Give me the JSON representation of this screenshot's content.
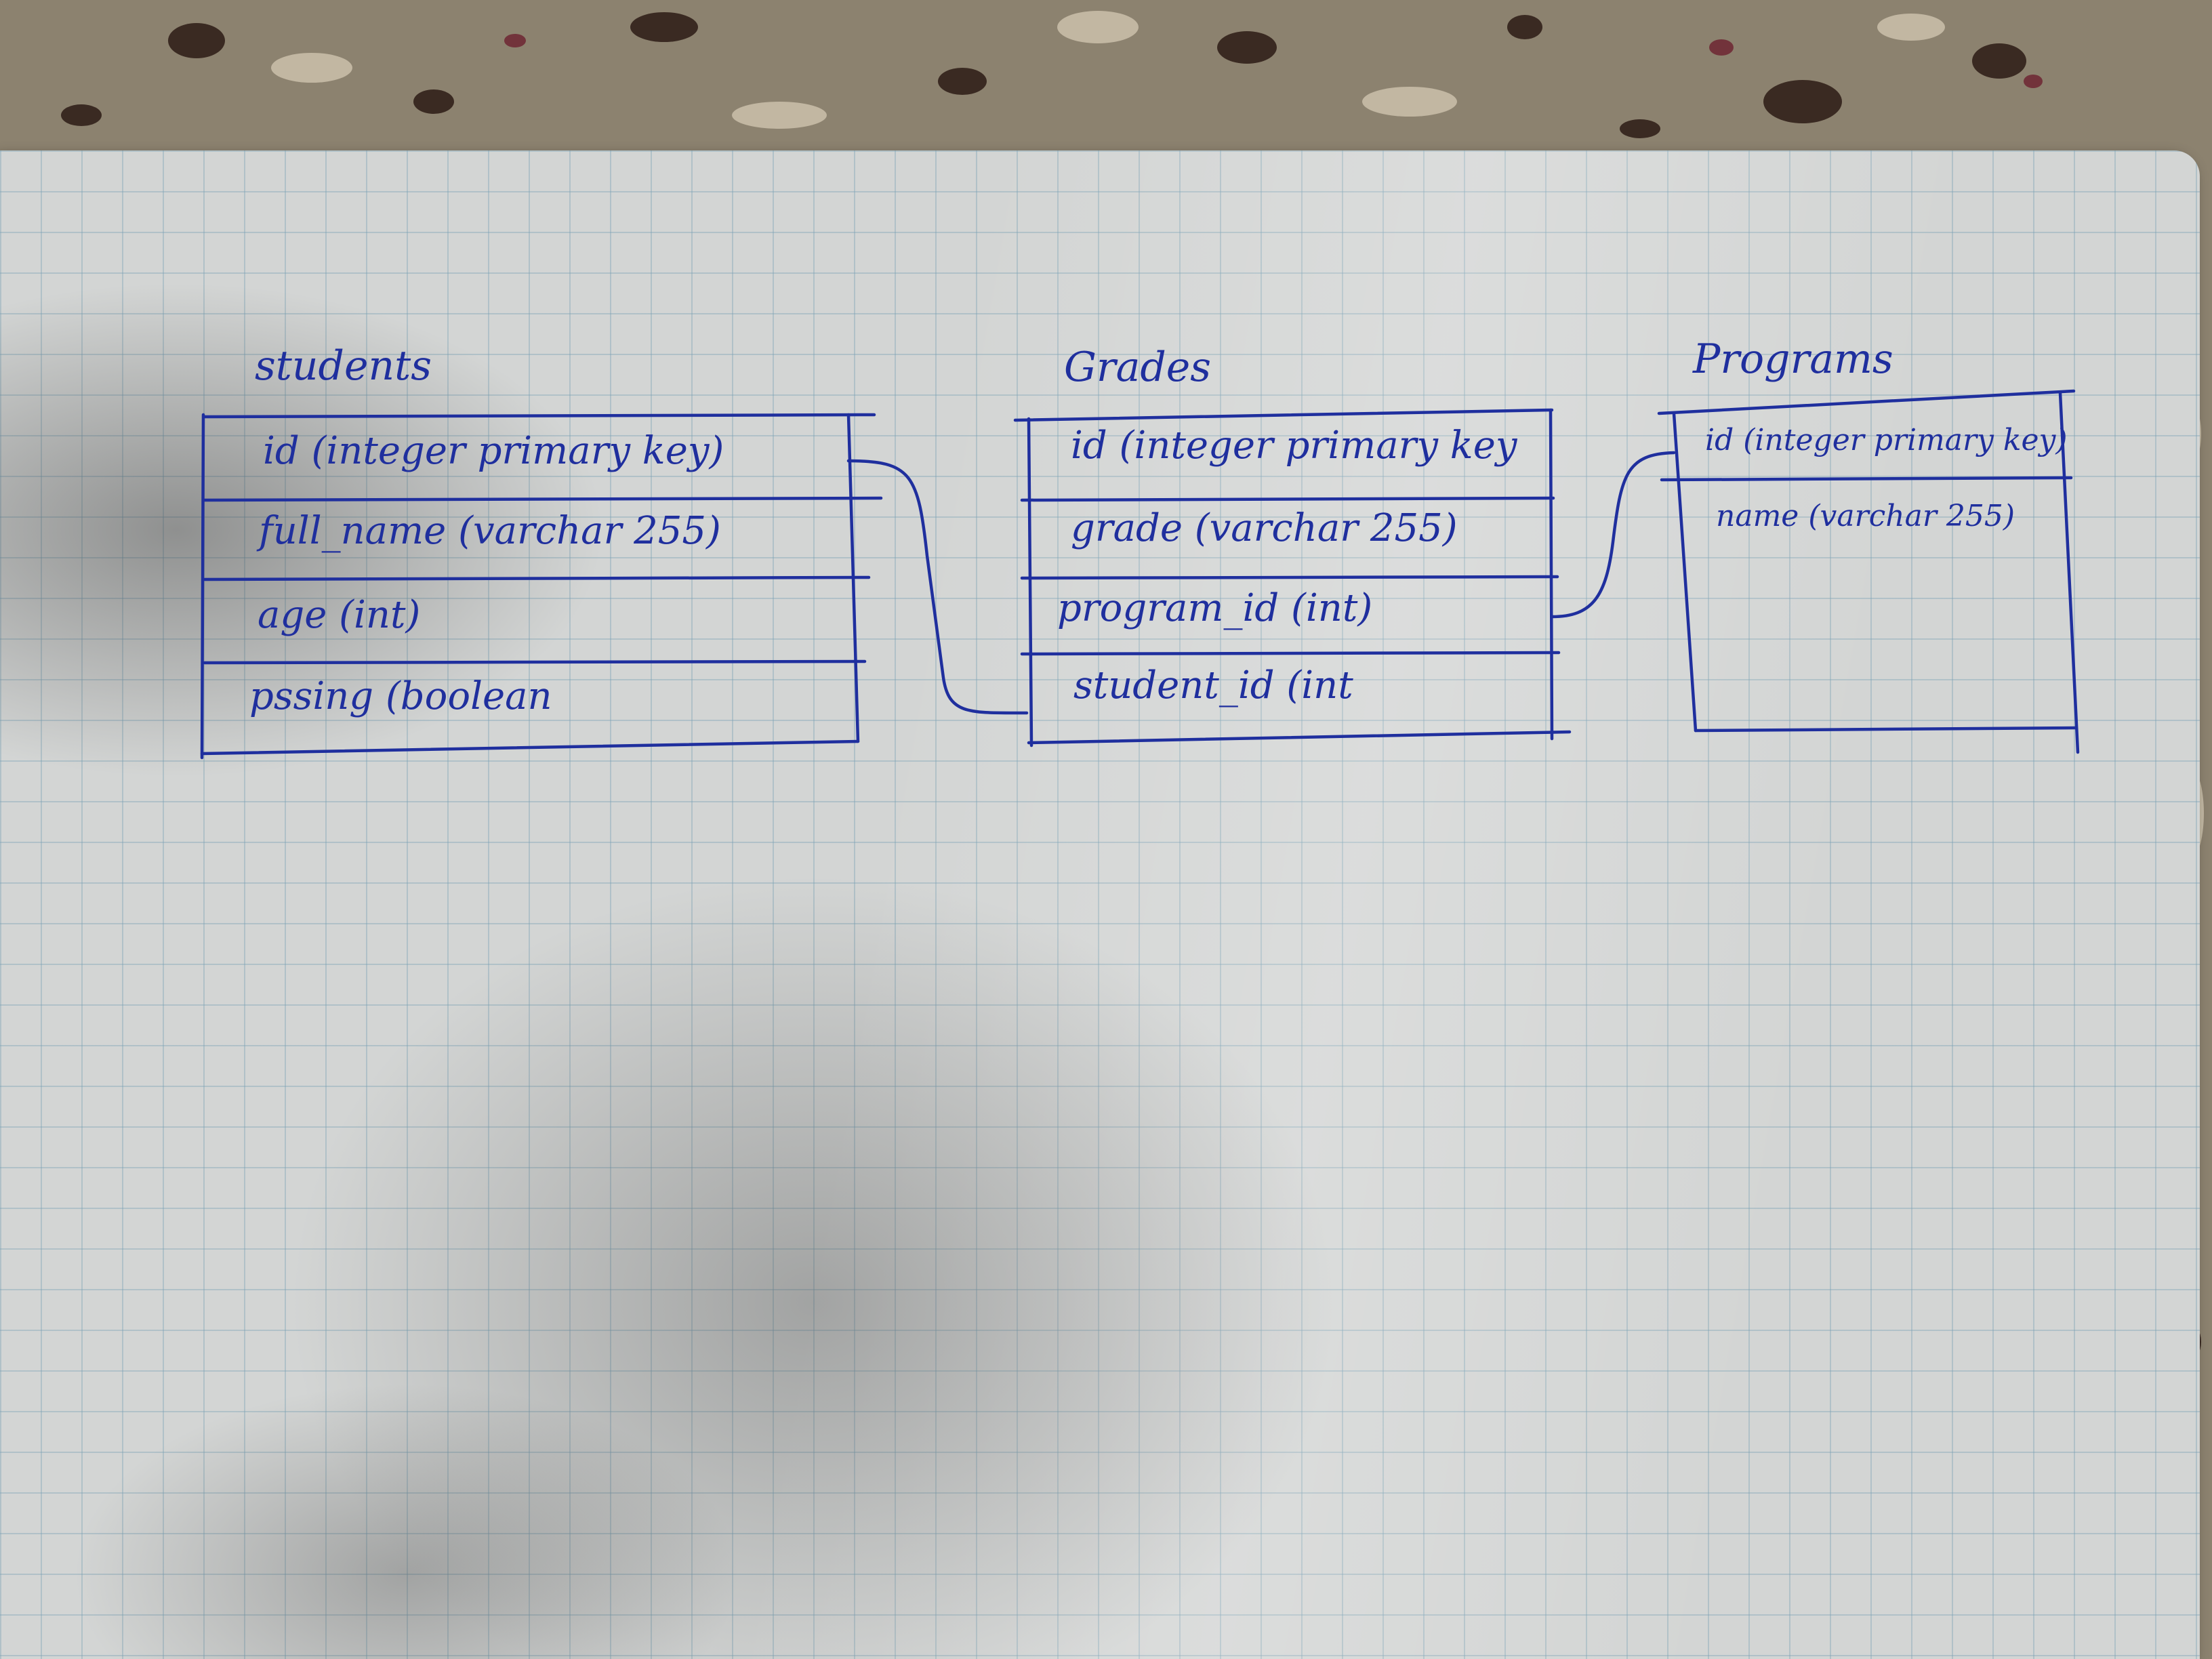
{
  "colors": {
    "ink": "#1f2f9e",
    "paper": "#d3d5d4",
    "grid": "#8fb3c4",
    "countertop": "#8a7f6c"
  },
  "tables": {
    "students": {
      "title": "students",
      "fields": [
        "id (integer primary key)",
        "full_name (varchar 255)",
        "age (int)",
        "pssing (boolean"
      ]
    },
    "grades": {
      "title": "Grades",
      "fields": [
        "id (integer primary key",
        "grade (varchar 255)",
        "program_id (int)",
        "student_id (int"
      ]
    },
    "programs": {
      "title": "Programs",
      "fields": [
        "id (integer primary key)",
        "name (varchar 255)"
      ]
    }
  },
  "relations": [
    {
      "from": "students.id",
      "to": "grades.student_id"
    },
    {
      "from": "grades.program_id",
      "to": "programs.id"
    }
  ]
}
